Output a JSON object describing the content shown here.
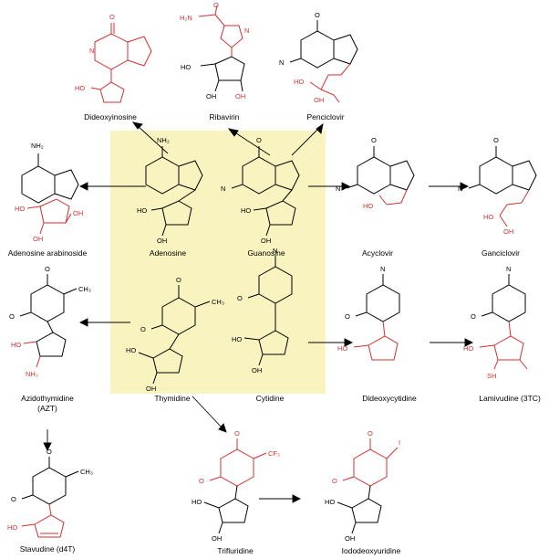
{
  "colors": {
    "black": "#000000",
    "red": "#d32f2f",
    "highlight": "#f9f4bf"
  },
  "compounds": {
    "dideoxyinosine": "Dideoxyinosine",
    "ribavirin": "Ribavirin",
    "penciclovir": "Penciclovir",
    "adenosine_arabinoside": "Adenosine arabinoside",
    "adenosine": "Adenosine",
    "guanosine": "Guanosine",
    "acyclovir": "Acyclovir",
    "ganciclovir": "Ganciclovir",
    "azt_name": "Azidothymidine",
    "azt_abbr": "(AZT)",
    "thymidine": "Thymidine",
    "cytidine": "Cytidine",
    "dideoxycytidine": "Dideoxycytidine",
    "lamivudine": "Lamivudine (3TC)",
    "stavudine": "Stavudine (d4T)",
    "trifluridine": "Trifluridine",
    "iododeoxyuridine": "Iododeoxyuridine"
  },
  "atom_labels": {
    "O": "O",
    "N": "N",
    "NH2": "NH2",
    "H2N": "H2N",
    "HO": "HO",
    "OH": "OH",
    "NH3": "NH3",
    "SH": "SH",
    "CF3": "CF3",
    "I": "I"
  }
}
